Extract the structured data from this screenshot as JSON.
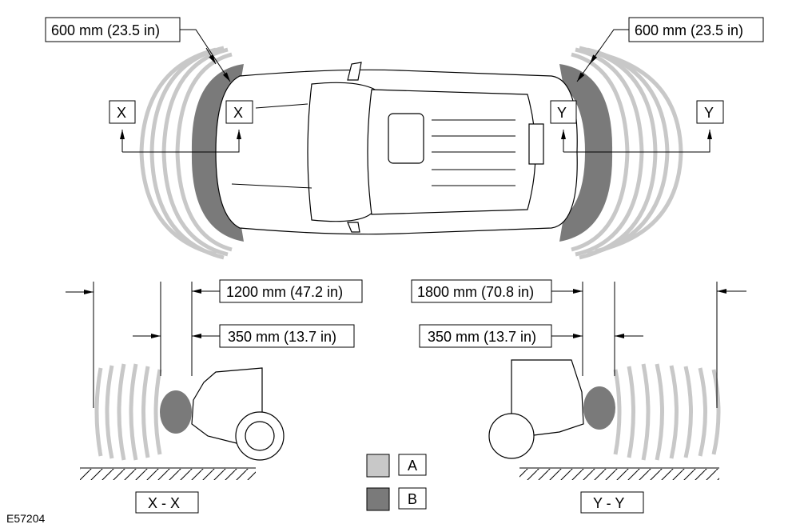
{
  "figure_id": "E57204",
  "top_view": {
    "front_range_label": "600 mm (23.5 in)",
    "rear_range_label": "600 mm (23.5 in)",
    "section_front_markers": [
      "X",
      "X"
    ],
    "section_rear_markers": [
      "Y",
      "Y"
    ]
  },
  "front_section": {
    "title": "X - X",
    "outer_range_label": "1200 mm (47.2 in)",
    "inner_range_label": "350 mm (13.7 in)"
  },
  "rear_section": {
    "title": "Y - Y",
    "outer_range_label": "1800 mm (70.8 in)",
    "inner_range_label": "350 mm (13.7 in)"
  },
  "legend": [
    {
      "key": "A",
      "color": "#c8c8c8"
    },
    {
      "key": "B",
      "color": "#7a7a7a"
    }
  ]
}
